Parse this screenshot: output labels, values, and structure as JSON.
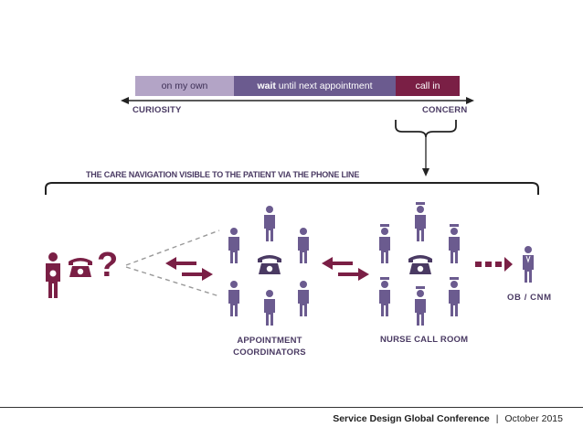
{
  "scale_bar": {
    "segments": [
      {
        "label": "on my own",
        "bold": "",
        "color": "#b3a4c6"
      },
      {
        "label": " until next appointment",
        "bold": "wait",
        "color": "#6b5b8f"
      },
      {
        "label": "call in",
        "bold": "",
        "color": "#7a1f45"
      }
    ],
    "left_label": "CURIOSITY",
    "right_label": "CONCERN"
  },
  "navigation_caption": "THE CARE NAVIGATION VISIBLE TO THE PATIENT VIA THE PHONE LINE",
  "question_mark": "?",
  "groups": {
    "appointment_coordinators": "APPOINTMENT\nCOORDINATORS",
    "nurse_call_room": "NURSE CALL ROOM",
    "ob_cnm": "OB / CNM"
  },
  "footer": {
    "conference": "Service Design Global Conference",
    "separator": "|",
    "date": "October 2015"
  },
  "colors": {
    "purple": "#6b5b8f",
    "light_purple": "#b3a4c6",
    "maroon": "#7a1f45",
    "text_dark": "#4a3a63"
  },
  "icons": [
    "patient-icon",
    "phone-icon",
    "person-icon",
    "nurse-icon",
    "doctor-icon",
    "arrow-icon",
    "brace-icon"
  ]
}
